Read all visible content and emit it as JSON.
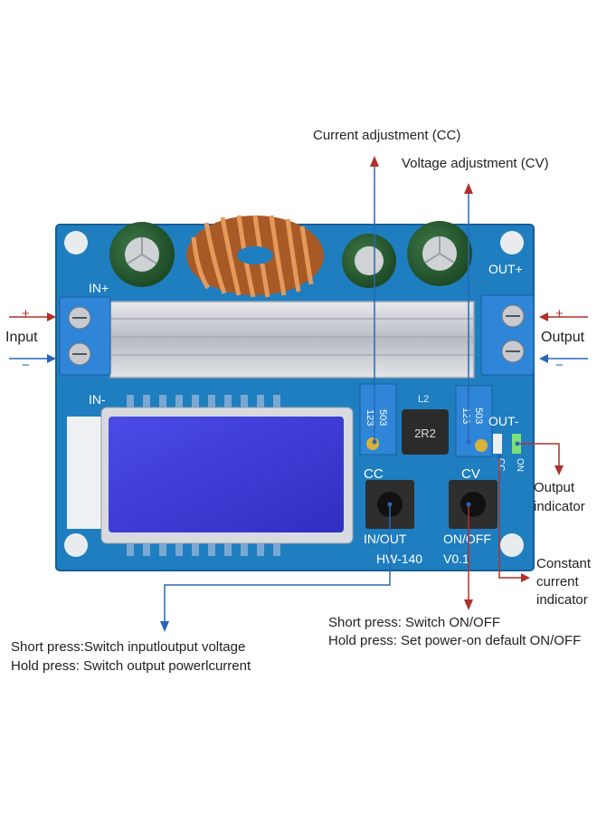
{
  "board": {
    "model_label": "HW-140",
    "version_label": "V0.1",
    "in_plus_label": "IN+",
    "in_minus_label": "IN-",
    "out_plus_label": "OUT+",
    "out_minus_label": "OUT-",
    "cc_button_label": "CC",
    "cv_button_label": "CV",
    "left_button_caption": "IN/OUT",
    "right_button_caption": "ON/OFF",
    "inductor_label": "2R2",
    "inductor_ref": "L2",
    "pot_left_code": "503",
    "pot_left_code2": "123",
    "pot_right_code": "503",
    "pot_right_code2": "123",
    "indicator_cc_label": "CC",
    "indicator_on_label": "ON",
    "board_colors": {
      "pcb": "#1e7ec0",
      "lcd": "#3a3ad8",
      "terminal": "#2f86d8",
      "heatsink": "#c9ccd2",
      "coil": "#c8763a"
    }
  },
  "labels": {
    "current_adjustment": "Current adjustment (CC)",
    "voltage_adjustment": "Voltage adjustment (CV)",
    "input": "Input",
    "output": "Output",
    "plus": "+",
    "minus": "−",
    "output_indicator_line1": "Output",
    "output_indicator_line2": "indicator",
    "cc_indicator_line1": "Constant",
    "cc_indicator_line2": "current",
    "cc_indicator_line3": "indicator",
    "left_desc_line1": "Short press:Switch inputloutput voltage",
    "left_desc_line2": "Hold press: Switch output powerlcurrent",
    "right_desc_line1": "Short press: Switch ON/OFF",
    "right_desc_line2": "Hold press: Set power-on default ON/OFF"
  },
  "colors": {
    "arrow_red": "#b0302a",
    "arrow_blue": "#2a66b8",
    "text": "#222222"
  }
}
